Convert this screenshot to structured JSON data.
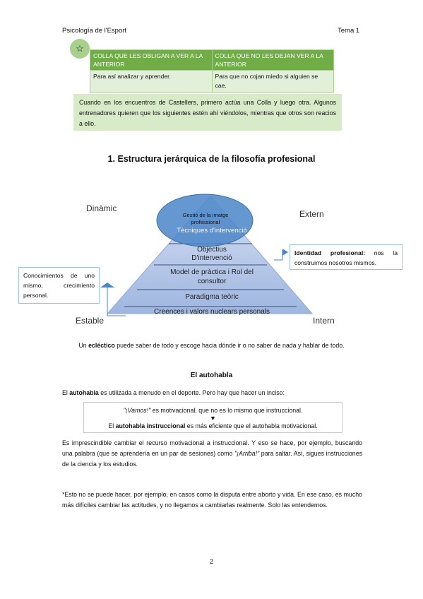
{
  "header": {
    "left": "Psicología de l'Esport",
    "right": "Tema 1"
  },
  "badge_icon": "star-icon",
  "table": {
    "headers": [
      "COLLA QUE LES OBLIGAN A VER A LA ANTERIOR",
      "COLLA QUE NO LES DEJAN VER A LA ANTERIOR"
    ],
    "row": [
      "Para así analizar y aprender.",
      "Para que no cojan miedo si alguien se cae."
    ]
  },
  "note": "Cuando en los encuentros de Castellers, primero actúa una Colla y luego otra. Algunos entrenadores quieren que los siguientes estén ahí viéndolos, mientras que otros son reacios a ello.",
  "section_title": "1.  Estructura jerárquica de la filosofía profesional",
  "diagram": {
    "corner_top_left": "Dinàmic",
    "corner_top_right": "Extern",
    "corner_bottom_left": "Estable",
    "corner_bottom_right": "Intern",
    "ellipse_text": "Gestió de la imatge professional",
    "levels": [
      "Tècniques d'intervenció",
      "Objectius D'intervenció",
      "Model de pràctica i Rol del consultor",
      "Paradigma teòric",
      "Creences i valors nuclears personals"
    ],
    "callout_left": "Conocimientos de uno mismo, crecimiento personal.",
    "callout_right_bold": "Identidad profesional:",
    "callout_right_rest": " nos la construimos nosotros mismos."
  },
  "eclectic": {
    "pre": "Un ",
    "bold": "ecléctico",
    "post": " puede saber de todo y escoge hacia dónde ir o no saber de nada y hablar de todo."
  },
  "autohabla": {
    "heading": "El autohabla",
    "intro_pre": "El ",
    "intro_bold": "autohabla",
    "intro_post": " es utilizada a menudo en el deporte. Pero hay que hacer un inciso:",
    "box_line1_italic": "\"¡Vamos!\"",
    "box_line1_rest": " es motivacional, que no es lo mismo que instruccional.",
    "box_line2_pre": "El ",
    "box_line2_bold": "autohabla instruccional",
    "box_line2_post": " es más eficiente que el autohabla motivacional.",
    "para1": "Es imprescindible cambiar el recurso motivacional a instruccional. Y eso se hace, por ejemplo, buscando una palabra (que se aprendería en un par de sesiones) como ",
    "para1_italic": "\"¡Arriba!\"",
    "para1_end": " para saltar. Así, sigues instrucciones de la ciencia y los estudios.",
    "para2": "*Esto no se puede hacer, por ejemplo, en casos como la disputa entre aborto y vida. En ese caso, es mucho más difíciles cambiar las actitudes, y no llegamos a cambiarlas realmente. Solo las entendemos."
  },
  "page_number": "2",
  "colors": {
    "green_header": "#70ad47",
    "green_light": "#e2efd9",
    "note_bg": "#d8ebc9",
    "ellipse": "#4a86c8",
    "pyramid": "#b4c7e7"
  }
}
